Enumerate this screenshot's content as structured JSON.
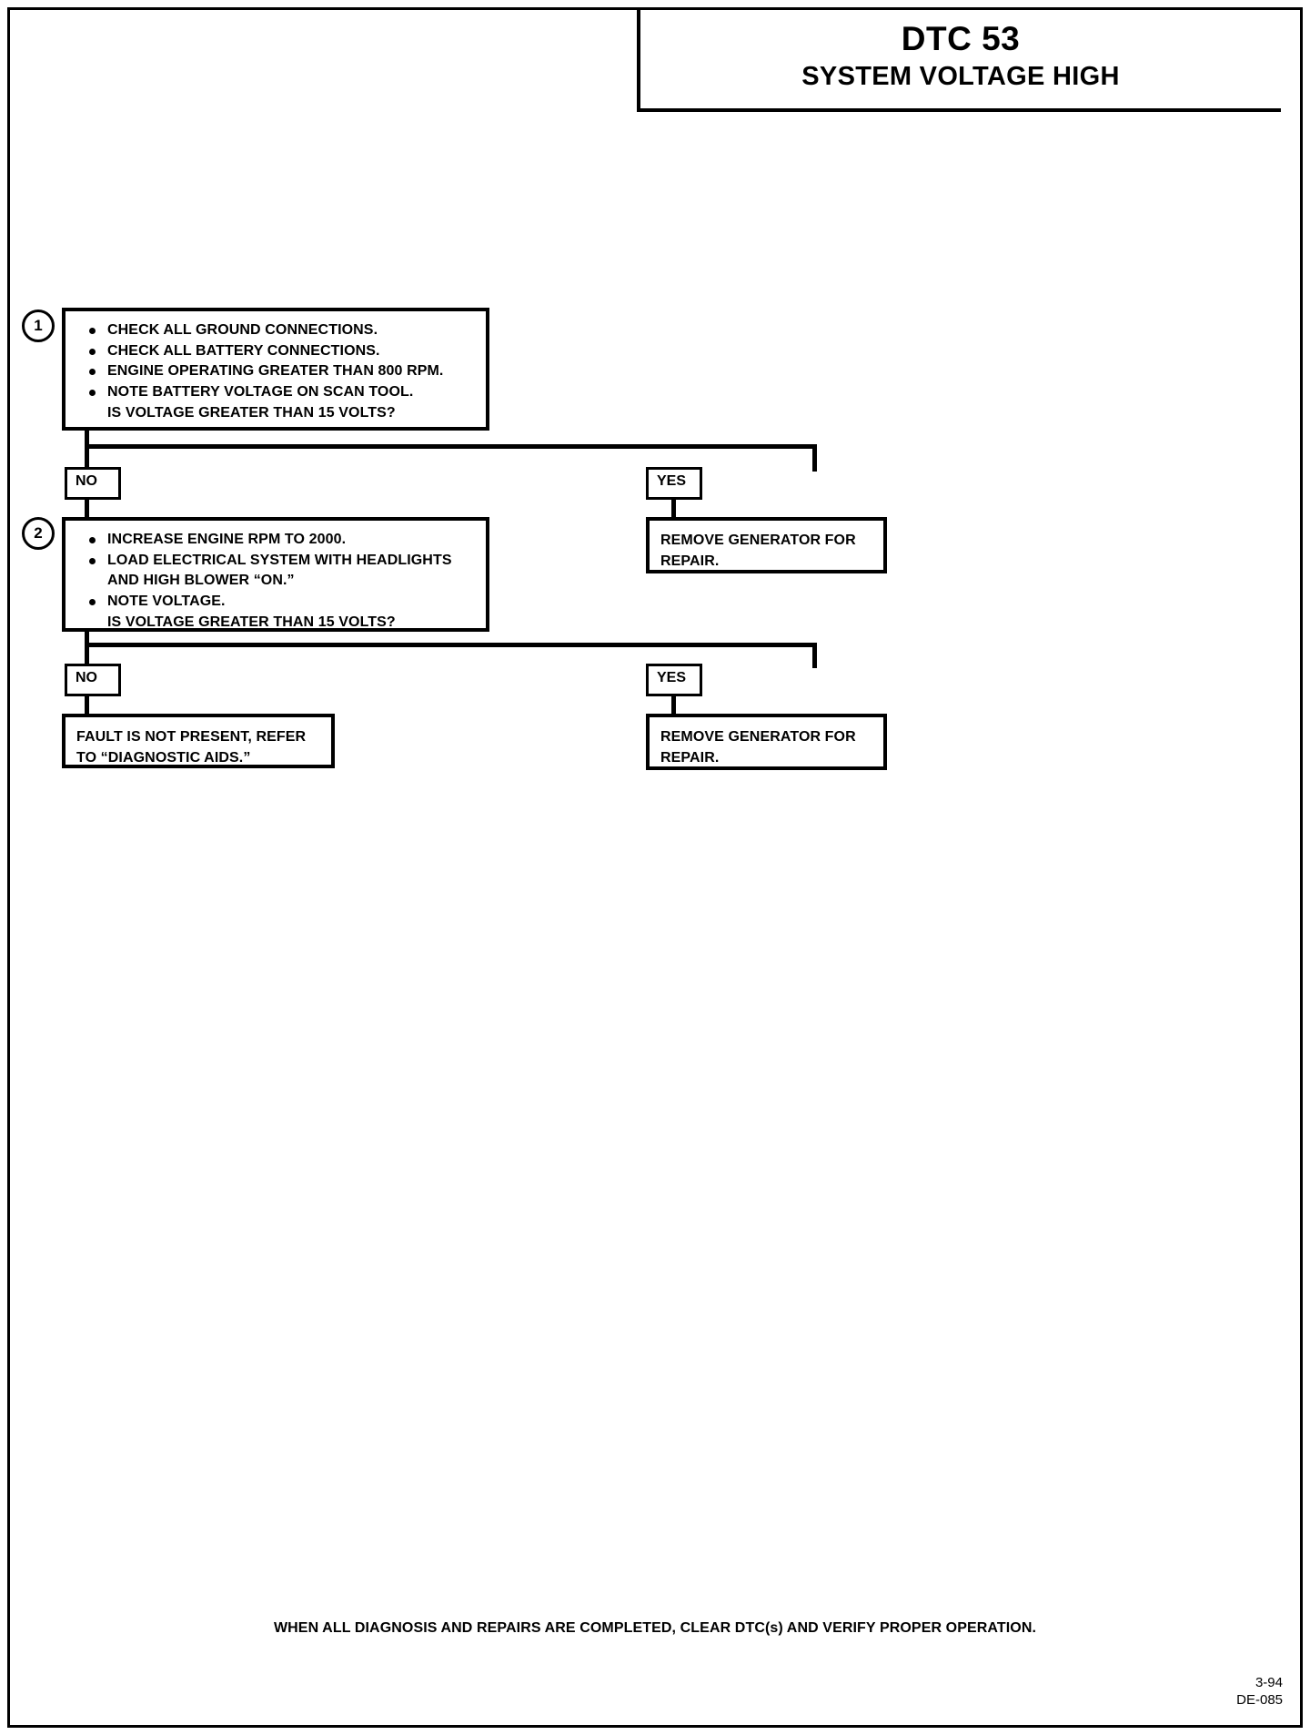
{
  "header": {
    "dtc": "DTC 53",
    "subtitle": "SYSTEM VOLTAGE HIGH"
  },
  "flow": {
    "steps": [
      {
        "number": "1",
        "bullets": [
          "CHECK ALL GROUND CONNECTIONS.",
          "CHECK ALL BATTERY CONNECTIONS.",
          "ENGINE OPERATING GREATER THAN 800 RPM.",
          "NOTE BATTERY VOLTAGE ON SCAN TOOL."
        ],
        "question": "IS VOLTAGE GREATER THAN 15 VOLTS?"
      },
      {
        "number": "2",
        "bullets": [
          "INCREASE ENGINE RPM TO 2000.",
          "LOAD ELECTRICAL SYSTEM WITH HEADLIGHTS\nAND HIGH BLOWER “ON.”",
          "NOTE VOLTAGE."
        ],
        "question": "IS VOLTAGE GREATER THAN 15 VOLTS?"
      }
    ],
    "branch_labels": {
      "no_1": "NO",
      "yes_1": "YES",
      "no_2": "NO",
      "yes_2": "YES"
    },
    "results": {
      "yes_1_action": "REMOVE GENERATOR FOR\nREPAIR.",
      "no_2_action": "FAULT IS NOT PRESENT, REFER\nTO “DIAGNOSTIC AIDS.”",
      "yes_2_action": "REMOVE GENERATOR FOR\nREPAIR."
    }
  },
  "footer": {
    "note": "WHEN ALL DIAGNOSIS AND REPAIRS ARE COMPLETED, CLEAR DTC(s) AND VERIFY PROPER OPERATION.",
    "page_number": "3-94",
    "figure_id": "DE-085"
  },
  "colors": {
    "ink": "#000000",
    "paper": "#ffffff"
  }
}
